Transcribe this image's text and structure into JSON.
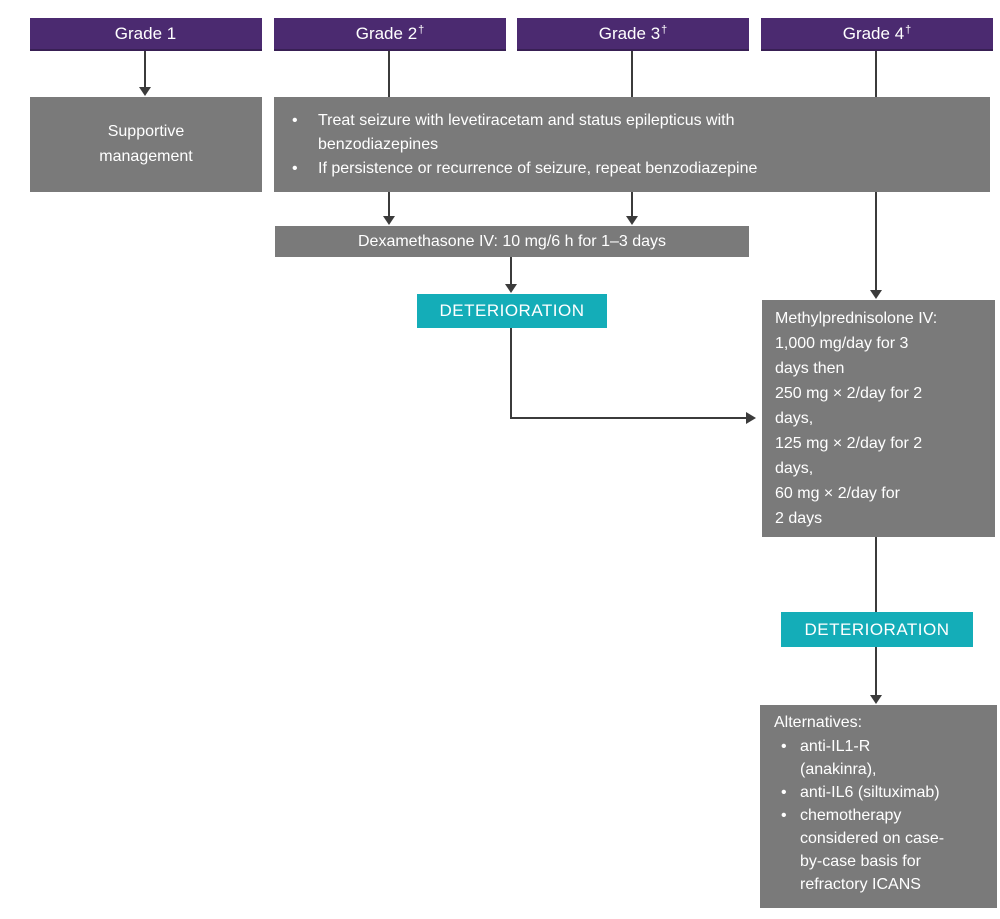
{
  "colors": {
    "header": "#4b2a70",
    "box": "#7a7a7a",
    "accent": "#14adb8",
    "arrow": "#3b3b3b",
    "text_on_fill": "#ffffff",
    "background": "#ffffff"
  },
  "headers": [
    {
      "label": "Grade 1",
      "dagger": ""
    },
    {
      "label": "Grade 2",
      "dagger": "†"
    },
    {
      "label": "Grade 3",
      "dagger": "†"
    },
    {
      "label": "Grade 4",
      "dagger": "†"
    }
  ],
  "boxes": {
    "supportive": {
      "text": "Supportive\nmanagement"
    },
    "grade234": {
      "bullets": [
        "Treat seizure with levetiracetam and status epilepticus with\nbenzodiazepines",
        "If persistence or recurrence of seizure, repeat benzodiazepine"
      ]
    },
    "dexamethasone": {
      "text": "Dexamethasone IV: 10 mg/6 h for 1–3 days"
    },
    "deterioration1": {
      "text": "DETERIORATION"
    },
    "methylprednisolone": {
      "text": "Methylprednisolone IV:\n1,000 mg/day for 3\ndays then\n250 mg × 2/day for 2\ndays,\n125 mg × 2/day for 2\ndays,\n60 mg × 2/day for\n2 days"
    },
    "deterioration2": {
      "text": "DETERIORATION"
    },
    "alternatives": {
      "title": "Alternatives:",
      "bullets": [
        "anti-IL1-R\n(anakinra),",
        "anti-IL6 (siltuximab)",
        "chemotherapy\nconsidered on case-\nby-case basis for\nrefractory ICANS"
      ]
    }
  }
}
